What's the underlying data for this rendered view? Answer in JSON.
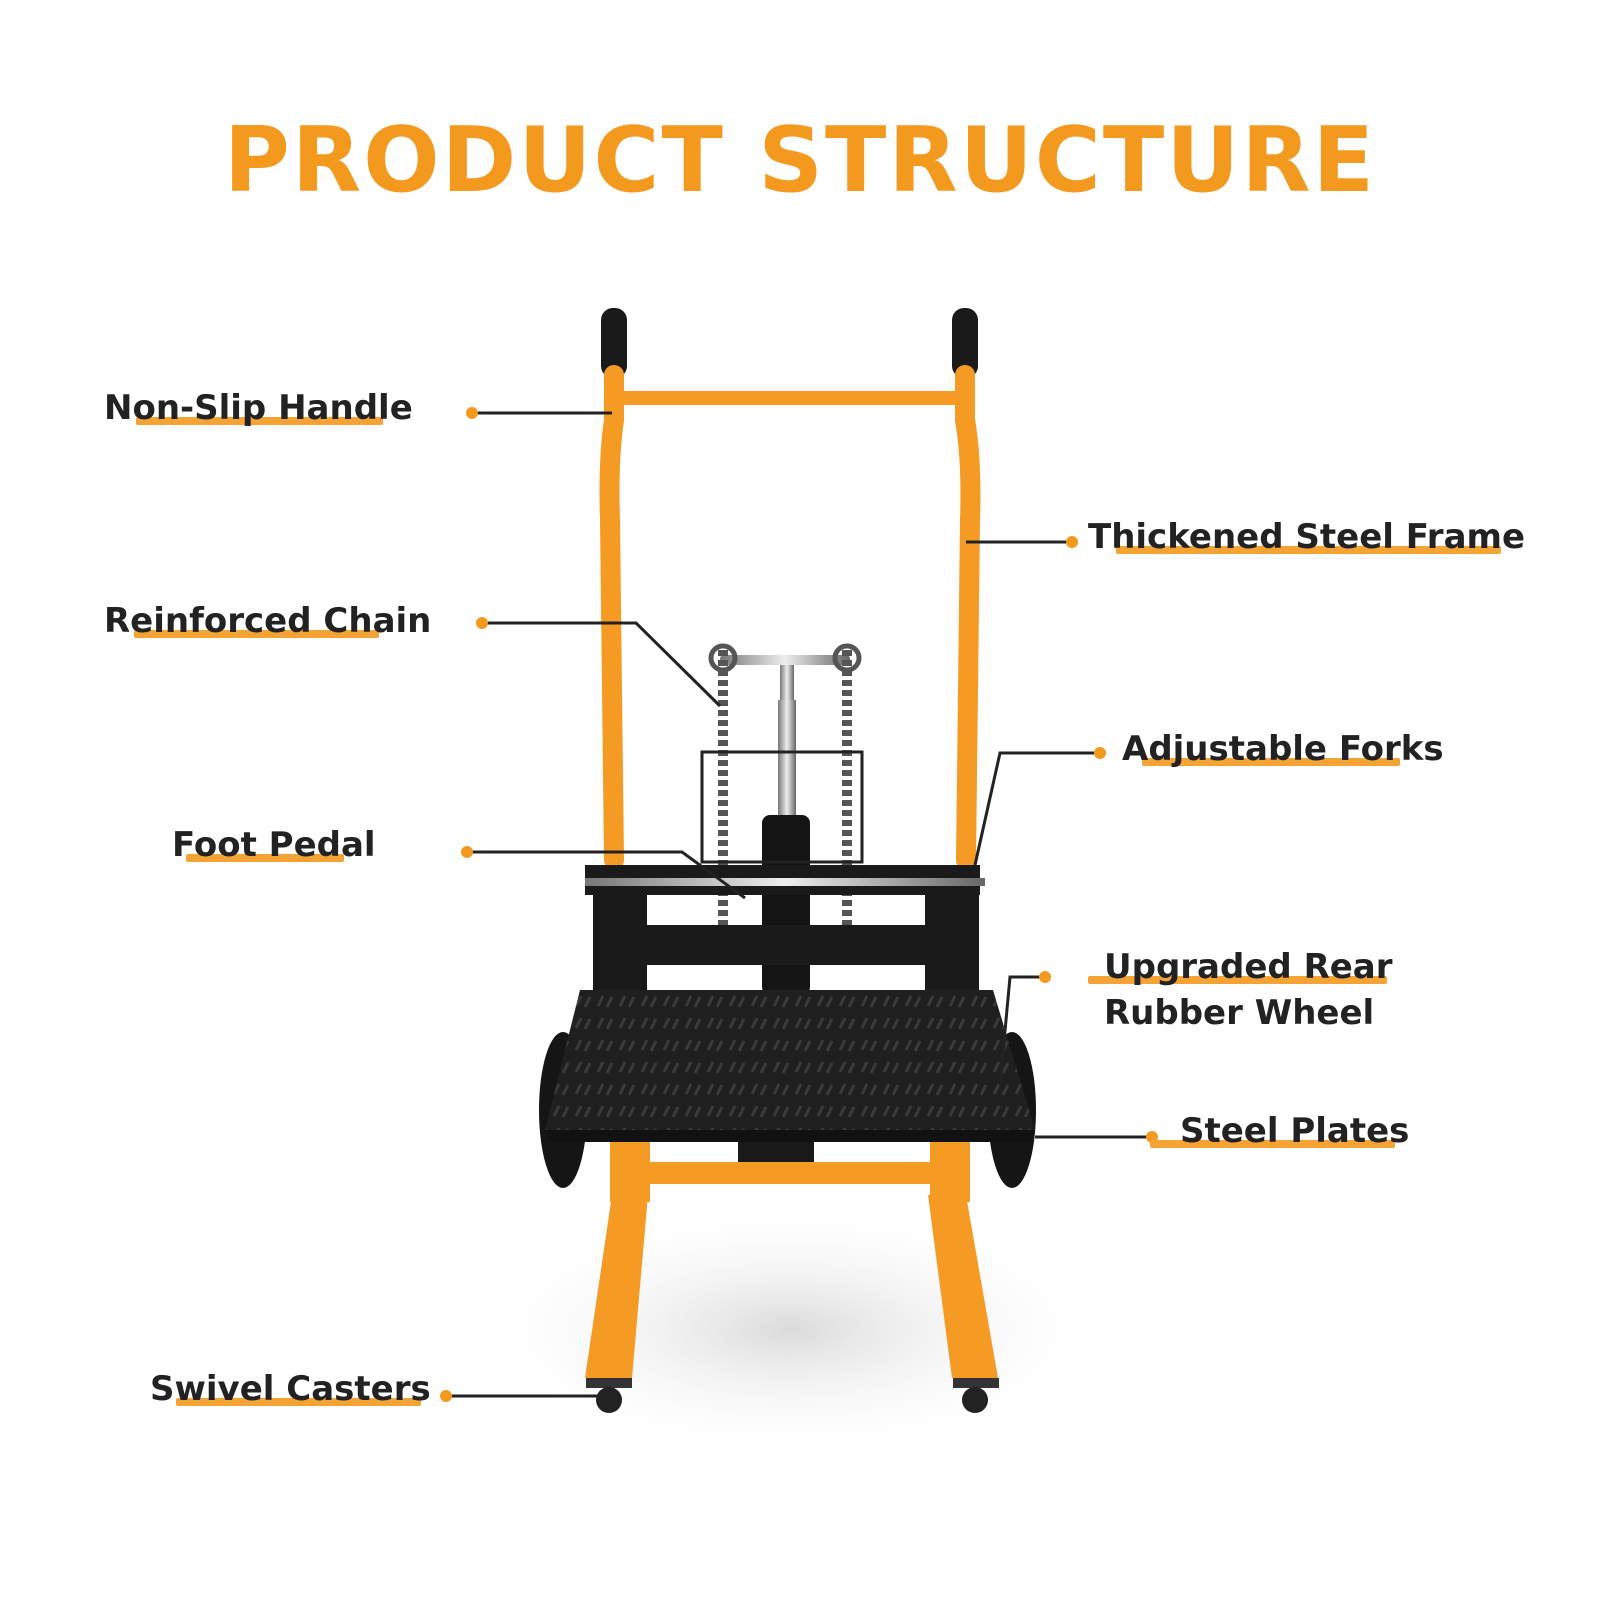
{
  "title": "PRODUCT STRUCTURE",
  "colors": {
    "accent": "#f39a1e",
    "frame": "#f59a23",
    "black": "#1a1a1a",
    "text": "#222222"
  },
  "callouts": {
    "non_slip_handle": "Non-Slip Handle",
    "thickened_steel_frame": "Thickened Steel Frame",
    "reinforced_chain": "Reinforced Chain",
    "adjustable_forks": "Adjustable Forks",
    "foot_pedal": "Foot Pedal",
    "upgraded_rear_wheel_line1": "Upgraded Rear",
    "upgraded_rear_wheel_line2": "Rubber Wheel",
    "steel_plates": "Steel Plates",
    "swivel_casters": "Swivel Casters"
  }
}
